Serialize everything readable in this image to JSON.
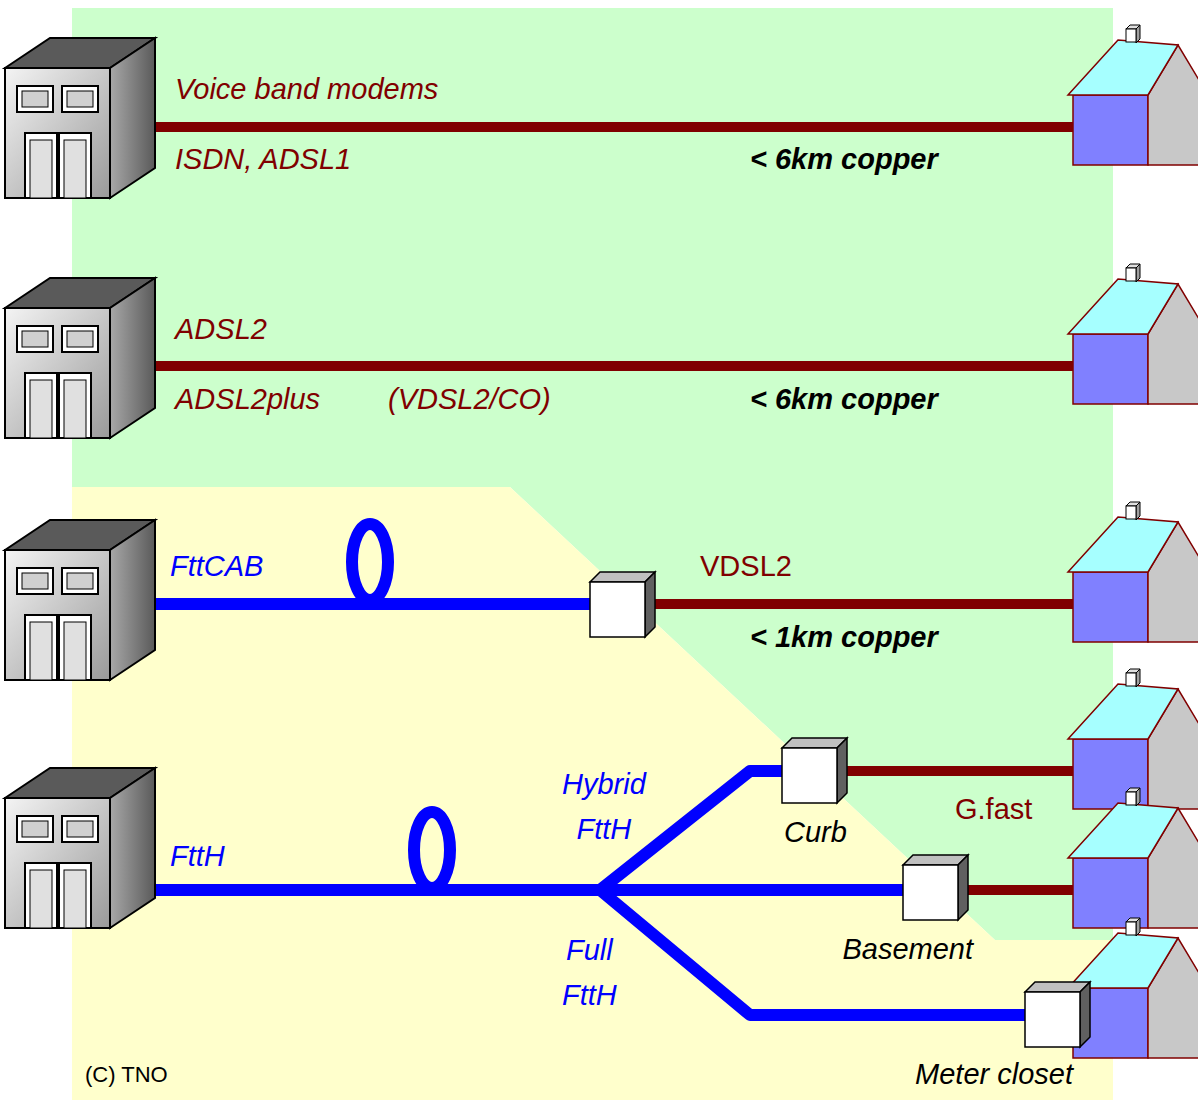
{
  "diagram": {
    "nodes": [
      {
        "text": [
          "Curb"
        ]
      },
      {
        "text": [
          "Basement"
        ]
      },
      {
        "text": [
          "Meter closet"
        ]
      }
    ],
    "labels": [
      "Voice band modems",
      "ISDN, ADSL1",
      "< 6km copper",
      "ADSL2",
      "ADSL2plus",
      "(VDSL2/CO)",
      "< 6km copper",
      "FttCAB",
      "VDSL2",
      "< 1km copper",
      "Hybrid FttH",
      "G.fast",
      "FttH",
      "Full FttH",
      "(C) TNO"
    ]
  }
}
